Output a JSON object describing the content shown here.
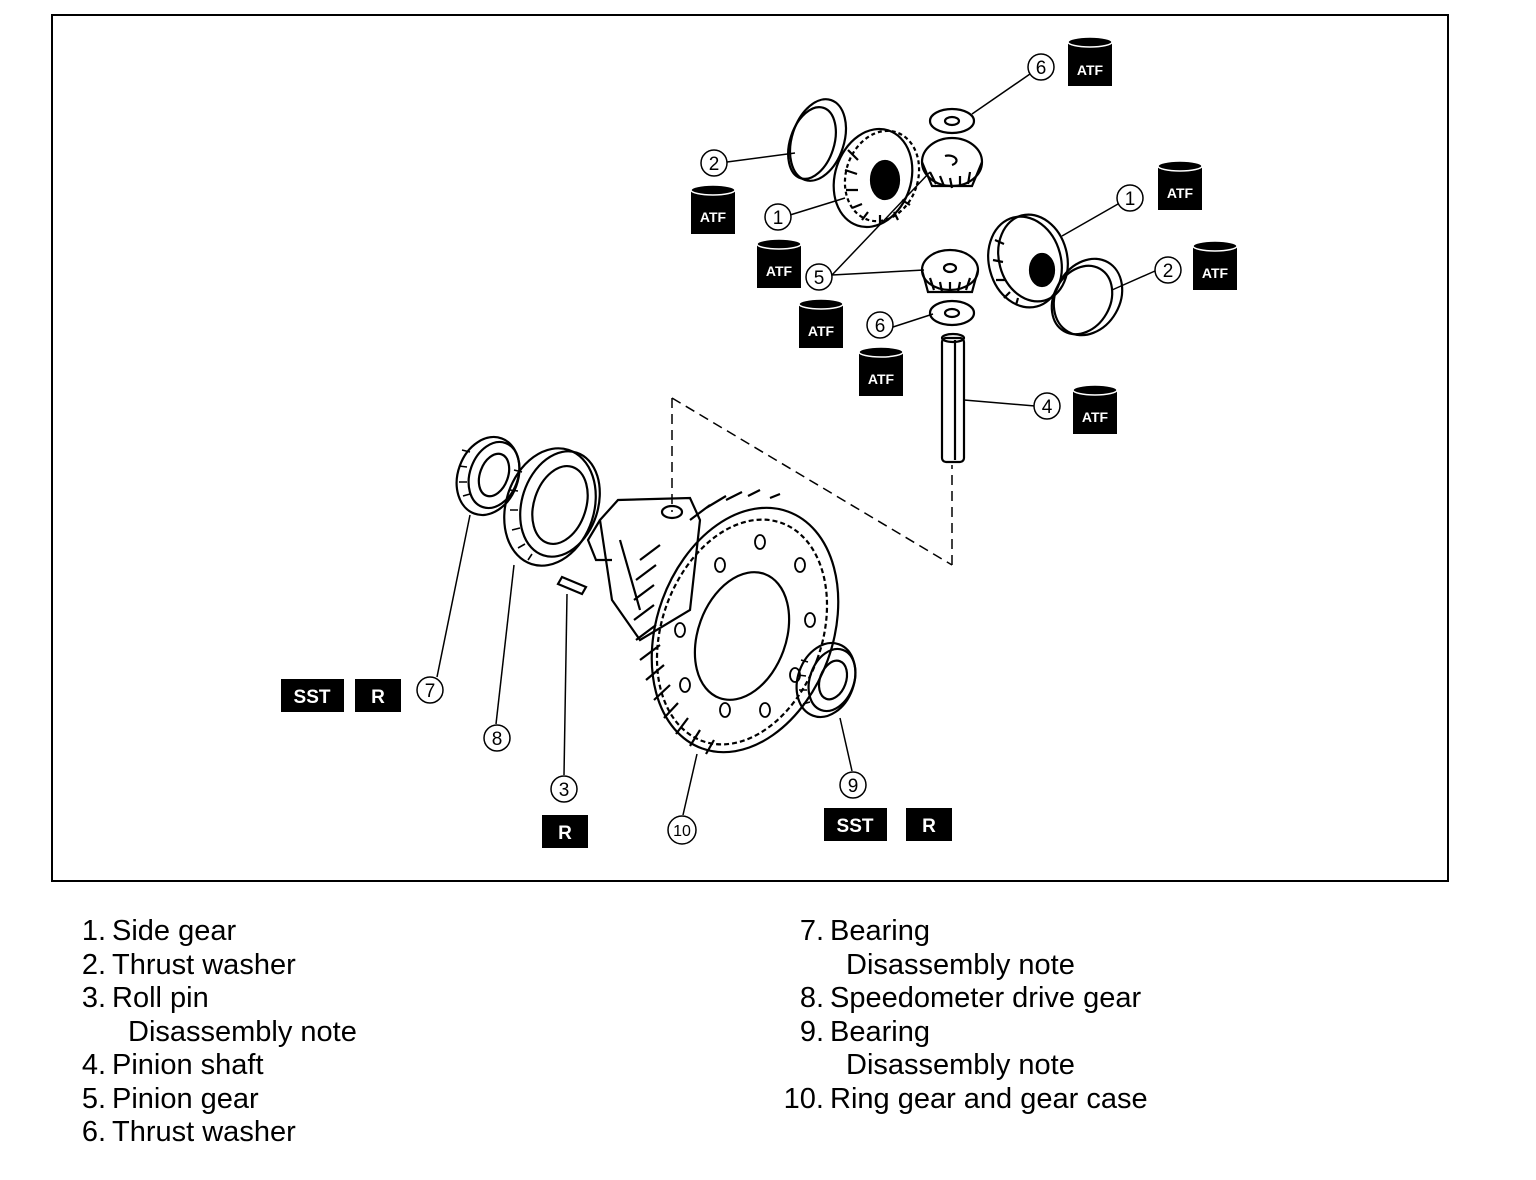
{
  "tags": {
    "atf": "ATF",
    "sst": "SST",
    "r": "R"
  },
  "callouts": [
    "1",
    "2",
    "3",
    "4",
    "5",
    "6",
    "7",
    "8",
    "9",
    "10"
  ],
  "legend_left": [
    {
      "num": "1.",
      "label": "Side gear"
    },
    {
      "num": "2.",
      "label": "Thrust washer"
    },
    {
      "num": "3.",
      "label": "Roll pin",
      "note": "Disassembly note"
    },
    {
      "num": "4.",
      "label": "Pinion shaft"
    },
    {
      "num": "5.",
      "label": "Pinion gear"
    },
    {
      "num": "6.",
      "label": "Thrust washer"
    }
  ],
  "legend_right": [
    {
      "num": "7.",
      "label": "Bearing",
      "note": "Disassembly note"
    },
    {
      "num": "8.",
      "label": "Speedometer drive gear"
    },
    {
      "num": "9.",
      "label": "Bearing",
      "note": "Disassembly note"
    },
    {
      "num": "10.",
      "label": "Ring gear and gear case"
    }
  ]
}
